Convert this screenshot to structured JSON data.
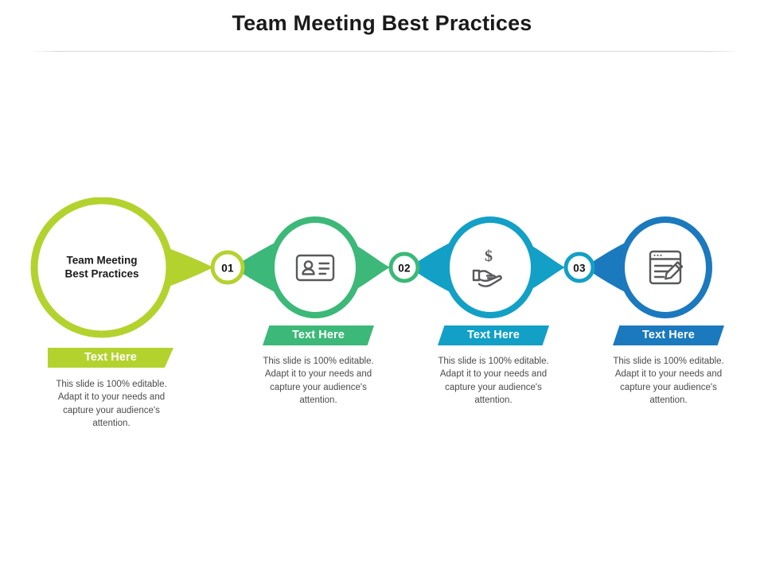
{
  "slide": {
    "title": "Team Meeting Best Practices",
    "background_color": "#ffffff",
    "divider_color": "#d7d7d7"
  },
  "hub": {
    "label_line1": "Team Meeting",
    "label_line2": "Best Practices",
    "ring_color": "#b3d22e",
    "banner_label": "Text Here",
    "body_text": "This slide is 100% editable. Adapt it to your needs and capture your audience's attention."
  },
  "connectors": [
    {
      "name": "badge-01",
      "number": "01",
      "ring_color": "#b3d22e",
      "left_color": "#b3d22e",
      "right_color": "#3cb878"
    },
    {
      "name": "badge-02",
      "number": "02",
      "ring_color": "#3cb878",
      "left_color": "#3cb878",
      "right_color": "#12a0c6"
    },
    {
      "name": "badge-03",
      "number": "03",
      "ring_color": "#12a0c6",
      "left_color": "#12a0c6",
      "right_color": "#1b79be"
    }
  ],
  "steps": [
    {
      "number": "01",
      "icon": "id-card-icon",
      "ring_color": "#3cb878",
      "banner_color": "#3cb878",
      "banner_label": "Text Here",
      "body_text": "This slide is 100% editable. Adapt it to your needs and capture your audience's attention."
    },
    {
      "number": "02",
      "icon": "hand-holding-dollar-icon",
      "ring_color": "#12a0c6",
      "banner_color": "#12a0c6",
      "banner_label": "Text Here",
      "body_text": "This slide is 100% editable. Adapt it to your needs and capture your audience's attention."
    },
    {
      "number": "03",
      "icon": "window-edit-pencil-icon",
      "ring_color": "#1b79be",
      "banner_color": "#1b79be",
      "banner_label": "Text Here",
      "body_text": "This slide is 100% editable. Adapt it to your needs and capture your audience's attention."
    }
  ]
}
